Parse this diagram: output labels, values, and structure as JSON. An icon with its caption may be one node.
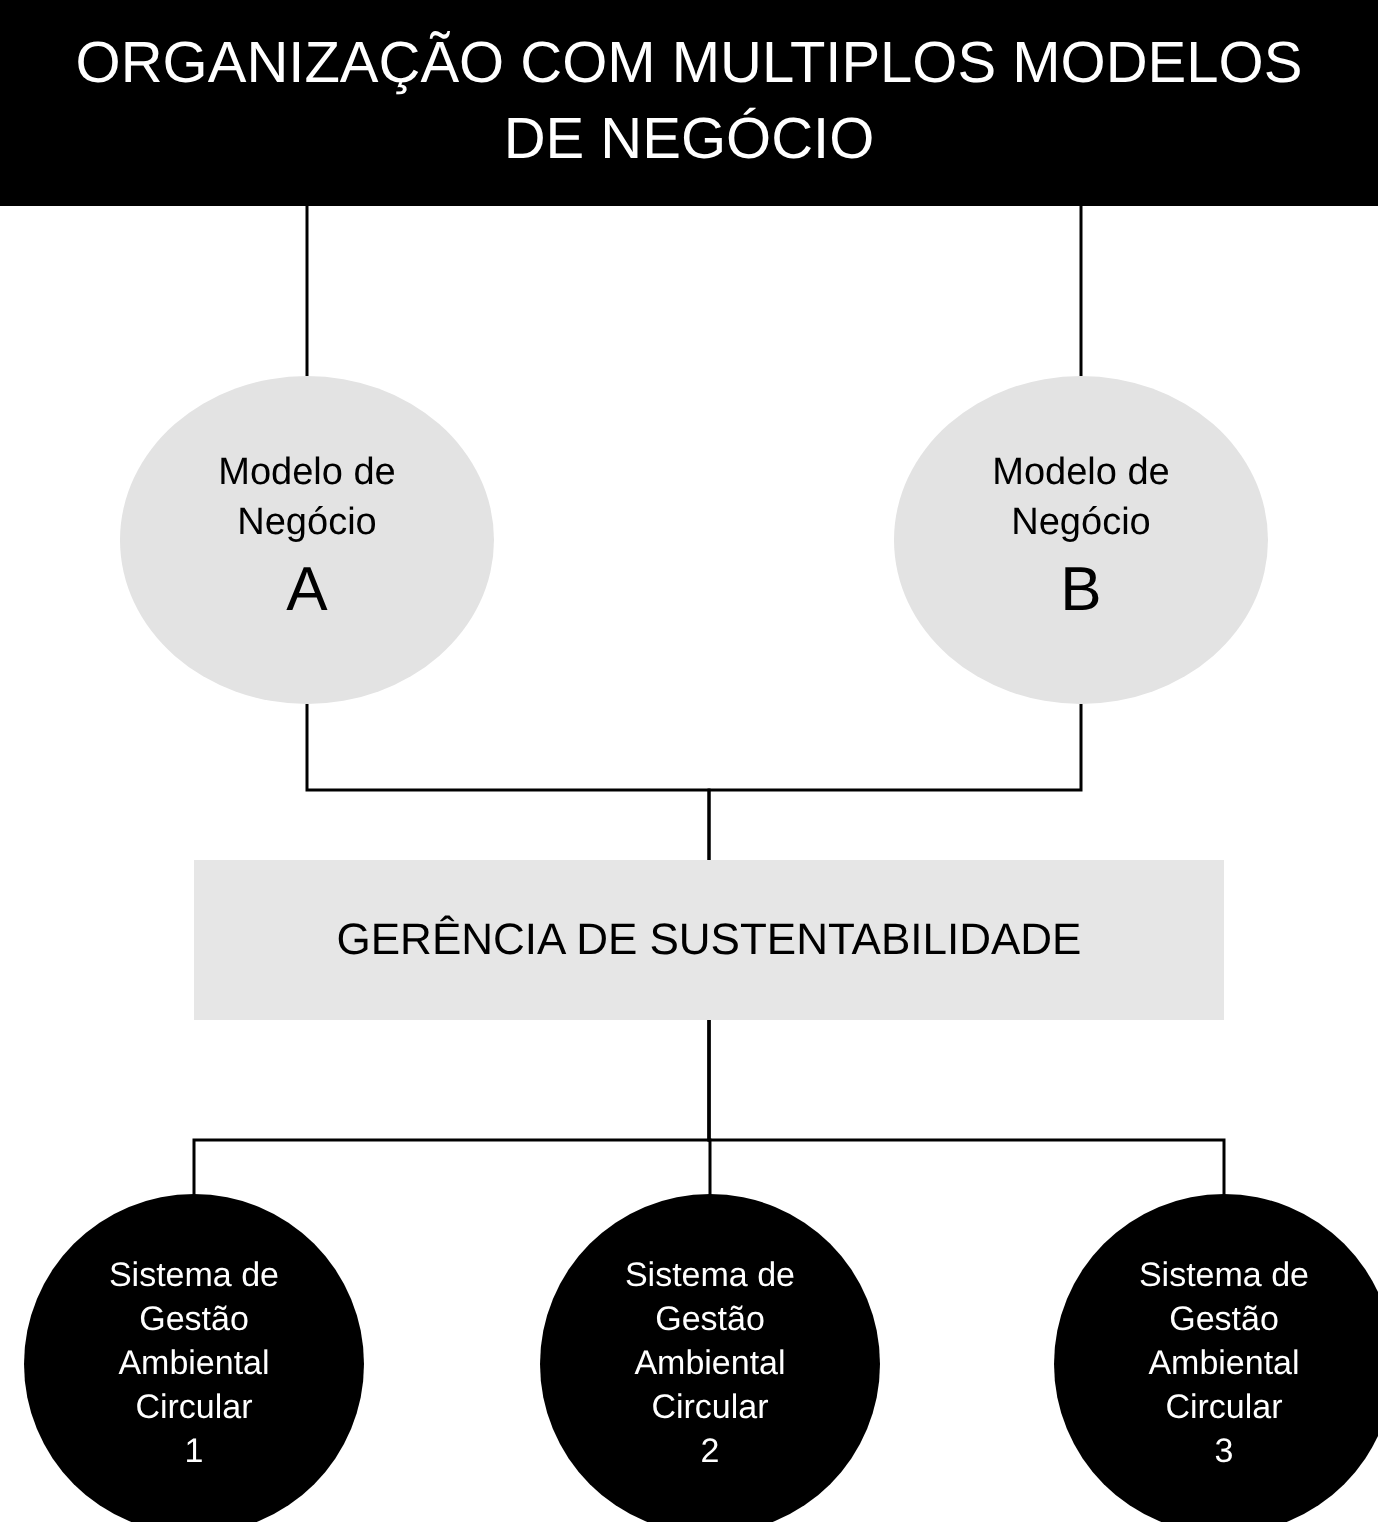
{
  "diagram": {
    "nodes": [
      {
        "text": [
          "ORGANIZAÇÃO COM MULTIPLOS MODELOS DE NEGÓCIO"
        ]
      },
      {
        "text": [
          "Modelo de Negócio",
          "A"
        ]
      },
      {
        "text": [
          "Modelo de Negócio",
          "B"
        ]
      },
      {
        "text": [
          "GERÊNCIA DE SUSTENTABILIDADE"
        ]
      },
      {
        "text": [
          "Sistema de Gestão Ambiental Circular",
          "1"
        ]
      },
      {
        "text": [
          "Sistema de Gestão Ambiental Circular",
          "2"
        ]
      },
      {
        "text": [
          "Sistema de Gestão Ambiental Circular",
          "3"
        ]
      }
    ],
    "edges": [
      {
        "from": 0,
        "to": 1,
        "arrow": "none"
      },
      {
        "from": 0,
        "to": 2,
        "arrow": "none"
      },
      {
        "from": 1,
        "to": 3,
        "arrow": "none"
      },
      {
        "from": 2,
        "to": 3,
        "arrow": "none"
      },
      {
        "from": 3,
        "to": 4,
        "arrow": "none"
      },
      {
        "from": 3,
        "to": 5,
        "arrow": "none"
      },
      {
        "from": 3,
        "to": 6,
        "arrow": "none"
      }
    ]
  }
}
